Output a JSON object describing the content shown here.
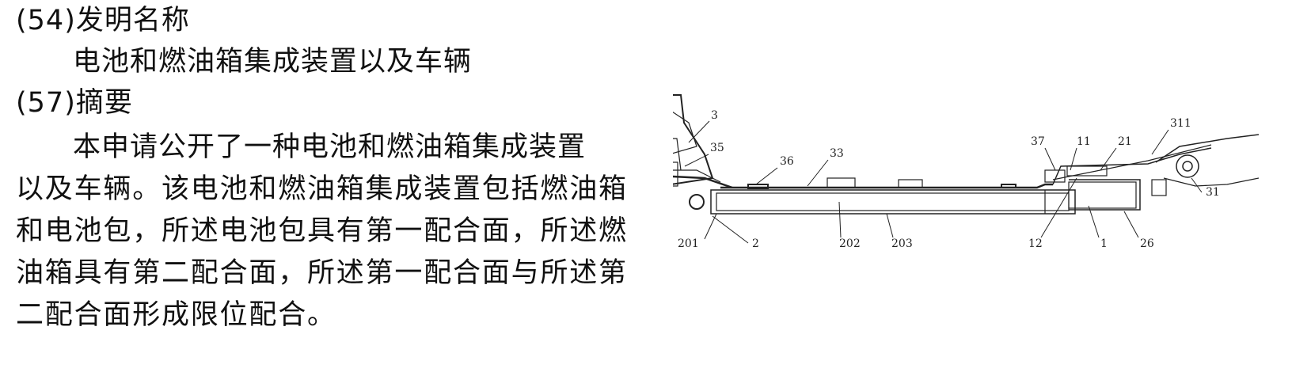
{
  "title_section": {
    "code": "(54)",
    "heading": "发明名称",
    "title": "电池和燃油箱集成装置以及车辆"
  },
  "abstract_section": {
    "code": "(57)",
    "heading": "摘要",
    "lines": [
      "本申请公开了一种电池和燃油箱集成装置",
      "以及车辆。该电池和燃油箱集成装置包括燃油箱",
      "和电池包，所述电池包具有第一配合面，所述燃",
      "油箱具有第二配合面，所述第一配合面与所述第",
      "二配合面形成限位配合。"
    ]
  },
  "figure": {
    "labels": [
      "3",
      "35",
      "36",
      "33",
      "37",
      "11",
      "21",
      "311",
      "31",
      "201",
      "2",
      "202",
      "203",
      "12",
      "1",
      "26"
    ]
  }
}
